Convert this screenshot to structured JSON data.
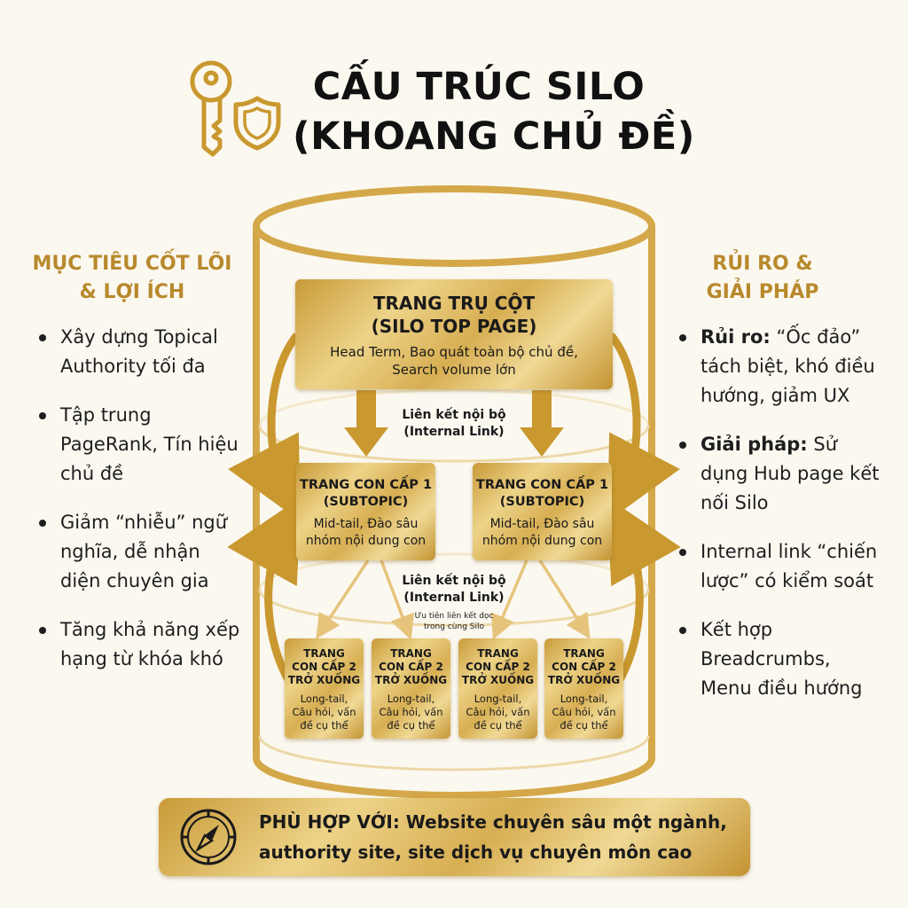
{
  "title": {
    "line1": "CẤU TRÚC SILO",
    "line2": "(KHOANG CHỦ ĐỀ)"
  },
  "icons": {
    "header_left": "key-icon",
    "header_right": "shield-icon",
    "banner": "compass-icon"
  },
  "colors": {
    "gold": "#d4a849",
    "gold_dark": "#b8892c",
    "background": "#fbf8f0"
  },
  "left_panel": {
    "heading": [
      "MỤC TIÊU CỐT LÕI",
      "& LỢI ÍCH"
    ],
    "items": [
      "Xây dựng Topical Authority tối đa",
      "Tập trung PageRank, Tín hiệu chủ đề",
      "Giảm “nhiễu” ngữ nghĩa, dễ nhận diện chuyên gia",
      "Tăng khả năng xếp hạng từ khóa khó"
    ]
  },
  "right_panel": {
    "heading": [
      "RỦI RO &",
      "GIẢI PHÁP"
    ],
    "items": [
      {
        "label": "Rủi ro:",
        "text": " “Ốc đảo” tách biệt, khó điều hướng, giảm UX"
      },
      {
        "label": "Giải pháp:",
        "text": " Sử dụng Hub page kết nối Silo"
      },
      {
        "label": "",
        "text": "Internal link “chiến lược” có kiểm soát"
      },
      {
        "label": "",
        "text": "Kết hợp Breadcrumbs, Menu điều hướng"
      }
    ]
  },
  "top_page": {
    "title1": "TRANG TRỤ CỘT",
    "title2": "(SILO TOP PAGE)",
    "desc1": "Head Term, Bao quát toàn bộ chủ đề,",
    "desc2": "Search volume lớn"
  },
  "link_label_1": {
    "line1": "Liên kết nội bộ",
    "line2": "(Internal Link)"
  },
  "subtopics": [
    {
      "title1": "TRANG CON CẤP 1",
      "title2": "(SUBTOPIC)",
      "desc1": "Mid-tail, Đào sâu",
      "desc2": "nhóm nội dung con"
    },
    {
      "title1": "TRANG CON CẤP 1",
      "title2": "(SUBTOPIC)",
      "desc1": "Mid-tail, Đào sâu",
      "desc2": "nhóm nội dung con"
    }
  ],
  "link_label_2": {
    "line1": "Liên kết nội bộ",
    "line2": "(Internal Link)",
    "note1": "Ưu tiên liên kết dọc",
    "note2": "trong cùng Silo"
  },
  "leaves": [
    {
      "t1": "TRANG",
      "t2": "CON CẤP 2",
      "t3": "TRỞ XUỐNG",
      "d1": "Long-tail,",
      "d2": "Câu hỏi, vấn",
      "d3": "đề cụ thể"
    },
    {
      "t1": "TRANG",
      "t2": "CON CẤP 2",
      "t3": "TRỞ XUỐNG",
      "d1": "Long-tail,",
      "d2": "Câu hỏi, vấn",
      "d3": "đề cụ thể"
    },
    {
      "t1": "TRANG",
      "t2": "CON CẤP 2",
      "t3": "TRỞ XUỐNG",
      "d1": "Long-tail,",
      "d2": "Câu hỏi, vấn",
      "d3": "đề cụ thể"
    },
    {
      "t1": "TRANG",
      "t2": "CON CẤP 2",
      "t3": "TRỞ XUỐNG",
      "d1": "Long-tail,",
      "d2": "Câu hỏi, vấn",
      "d3": "đề cụ thể"
    }
  ],
  "banner": {
    "line1": "PHÙ HỢP VỚI: Website chuyên sâu một ngành,",
    "line2": "authority site, site dịch vụ chuyên môn cao"
  }
}
